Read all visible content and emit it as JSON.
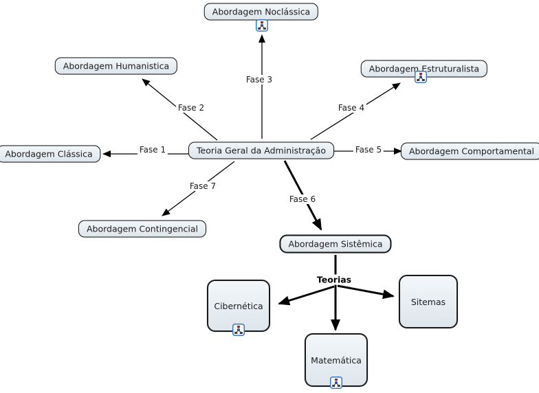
{
  "diagram": {
    "title": "Teoria Geral da Administração concept map",
    "colors": {
      "node_fill_top": "#f3f7fa",
      "node_fill_bottom": "#dde6ec",
      "node_border": "#1a1a1a",
      "line": "#000000",
      "icon_border": "#3a77c2",
      "background": "#ffffff"
    },
    "nodes": {
      "central": {
        "label": "Teoria Geral da Administração"
      },
      "noclassica": {
        "label": "Abordagem Noclássica"
      },
      "humanistica": {
        "label": "Abordagem Humanistica"
      },
      "estruturalista": {
        "label": "Abordagem Estruturalista"
      },
      "classica": {
        "label": "Abordagem Clássica"
      },
      "comportamental": {
        "label": "Abordagem Comportamental"
      },
      "contingencial": {
        "label": "Abordagem Contingencial"
      },
      "sistemica": {
        "label": "Abordagem Sistêmica"
      },
      "cibernetica": {
        "label": "Cibernética"
      },
      "sitemas": {
        "label": "Sitemas"
      },
      "matematica": {
        "label": "Matemática"
      }
    },
    "edge_labels": {
      "fase1": "Fase 1",
      "fase2": "Fase 2",
      "fase3": "Fase 3",
      "fase4": "Fase 4",
      "fase5": "Fase 5",
      "fase6": "Fase 6",
      "fase7": "Fase 7",
      "teorias": "Teorias"
    },
    "icons": {
      "resource_icon": "concept-map-icon"
    }
  }
}
